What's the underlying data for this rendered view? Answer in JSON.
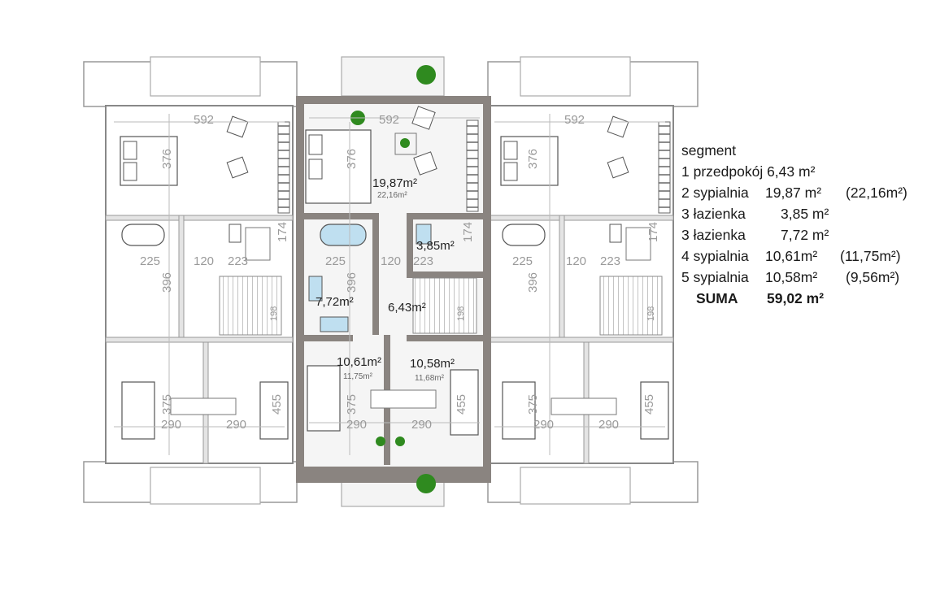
{
  "legend": {
    "title": "segment",
    "rooms": [
      {
        "label": "1 przedpokój 6,43 m²",
        "area": "",
        "alt": ""
      },
      {
        "label": "2 sypialnia",
        "area": "19,87 m²",
        "alt": "(22,16m²)"
      },
      {
        "label": "3 łazienka",
        "area": "3,85 m²",
        "alt": ""
      },
      {
        "label": "3 łazienka",
        "area": "7,72 m²",
        "alt": ""
      },
      {
        "label": "4 sypialnia",
        "area": "10,61m²",
        "alt": "(11,75m²)"
      },
      {
        "label": "5 sypialnia",
        "area": "10,58m²",
        "alt": "(9,56m²)"
      }
    ],
    "sum_label": "SUMA",
    "sum_value": "59,02 m²"
  },
  "plan": {
    "dims": {
      "width_top": "592",
      "bed_top": "376",
      "bath_w": "225",
      "hall_w": "120",
      "wc_w": "223",
      "wc_h": "174",
      "bath_h": "396",
      "bed_bottom_h": "375",
      "bed_bottom_w": "290",
      "wardrobe_h": "455",
      "stairs": "198"
    },
    "areas": {
      "bedroom2": "19,87m²",
      "bedroom2_sub": "22,16m²",
      "bath_small": "3,85m²",
      "bath_large": "7,72m²",
      "hall": "6,43m²",
      "bedroom4": "10,61m²",
      "bedroom4_sub": "11,75m²",
      "bedroom5": "10,58m²",
      "bedroom5_sub": "11,68m²"
    },
    "colors": {
      "wall_dark": "#8a8480",
      "wall_light": "#e6e6e6",
      "floor_highlight": "#ececec",
      "plant": "#2f8a1f",
      "bath_blue": "#bfdff0"
    }
  }
}
